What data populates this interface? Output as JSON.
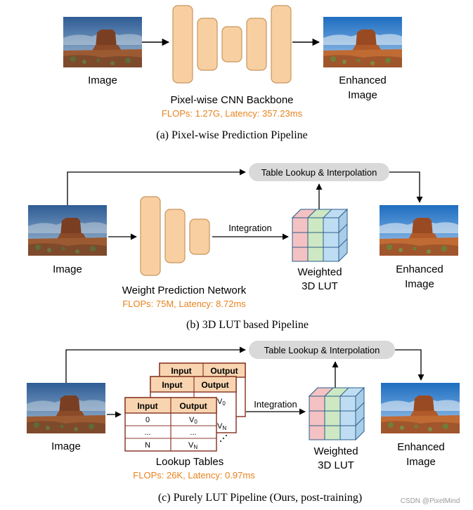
{
  "colors": {
    "block_fill": "#F8CFA0",
    "block_stroke": "#C99560",
    "orange_text": "#E8821C",
    "pill_fill": "#D9D9D9",
    "lut_red": "#F4C2C2",
    "lut_green": "#CDE8C2",
    "lut_blue": "#BFDDF2",
    "lut_stroke": "#2B5F8E",
    "table_header": "#F8D5B0",
    "table_stroke": "#8B3A2B"
  },
  "panel_a": {
    "input_label": "Image",
    "backbone_label": "Pixel-wise CNN Backbone",
    "flops_label": "FLOPs: 1.27G, Latency: 357.23ms",
    "output_label_line1": "Enhanced",
    "output_label_line2": "Image",
    "caption": "(a) Pixel-wise Prediction Pipeline"
  },
  "panel_b": {
    "lookup_label": "Table Lookup & Interpolation",
    "input_label": "Image",
    "integration_label": "Integration",
    "network_label": "Weight Prediction Network",
    "flops_label": "FLOPs: 75M, Latency: 8.72ms",
    "lut_label_line1": "Weighted",
    "lut_label_line2": "3D LUT",
    "output_label_line1": "Enhanced",
    "output_label_line2": "Image",
    "caption": "(b) 3D LUT based Pipeline"
  },
  "panel_c": {
    "lookup_label": "Table Lookup & Interpolation",
    "input_label": "Image",
    "integration_label": "Integration",
    "table_header_input": "Input",
    "table_header_output": "Output",
    "table_rows": [
      {
        "input": "0",
        "output_main": "V",
        "output_sub": "0"
      },
      {
        "input": "...",
        "output_main": "...",
        "output_sub": ""
      },
      {
        "input": "N",
        "output_main": "V",
        "output_sub": "N"
      }
    ],
    "back_table_partial_1": "V",
    "back_table_partial_1_sub": "0",
    "back_table_partial_2": "V",
    "back_table_partial_2_sub": "N",
    "tables_label": "Lookup Tables",
    "flops_label": "FLOPs: 26K,  Latency: 0.97ms",
    "lut_label_line1": "Weighted",
    "lut_label_line2": "3D LUT",
    "output_label_line1": "Enhanced",
    "output_label_line2": "Image",
    "caption": "(c) Purely LUT Pipeline (Ours, post-training)"
  },
  "watermark": "CSDN @PixelMind"
}
